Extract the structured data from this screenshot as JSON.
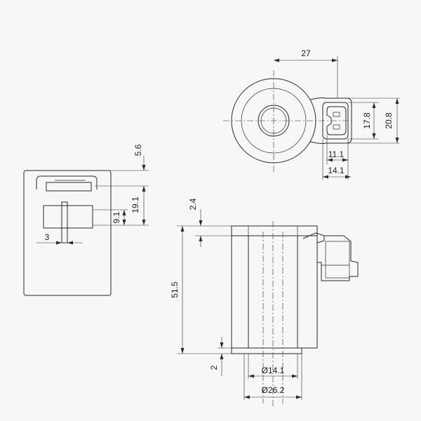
{
  "drawing": {
    "top_view": {
      "width": "27",
      "connector_height": "17.8",
      "total_height": "20.8",
      "pin_span": "11.1",
      "connector_width": "14.1"
    },
    "side_view": {
      "top_offset": "5.6",
      "housing_height": "19.1",
      "slot_height": "9.1",
      "slot_width": "3"
    },
    "front_view": {
      "top_step": "2.4",
      "body_height": "51.5",
      "bottom_step": "2",
      "bore_diameter": "Ø14.1",
      "outer_diameter": "Ø26.2"
    }
  },
  "colors": {
    "line": "#2a2a30",
    "paper": "#f7f7f9"
  }
}
